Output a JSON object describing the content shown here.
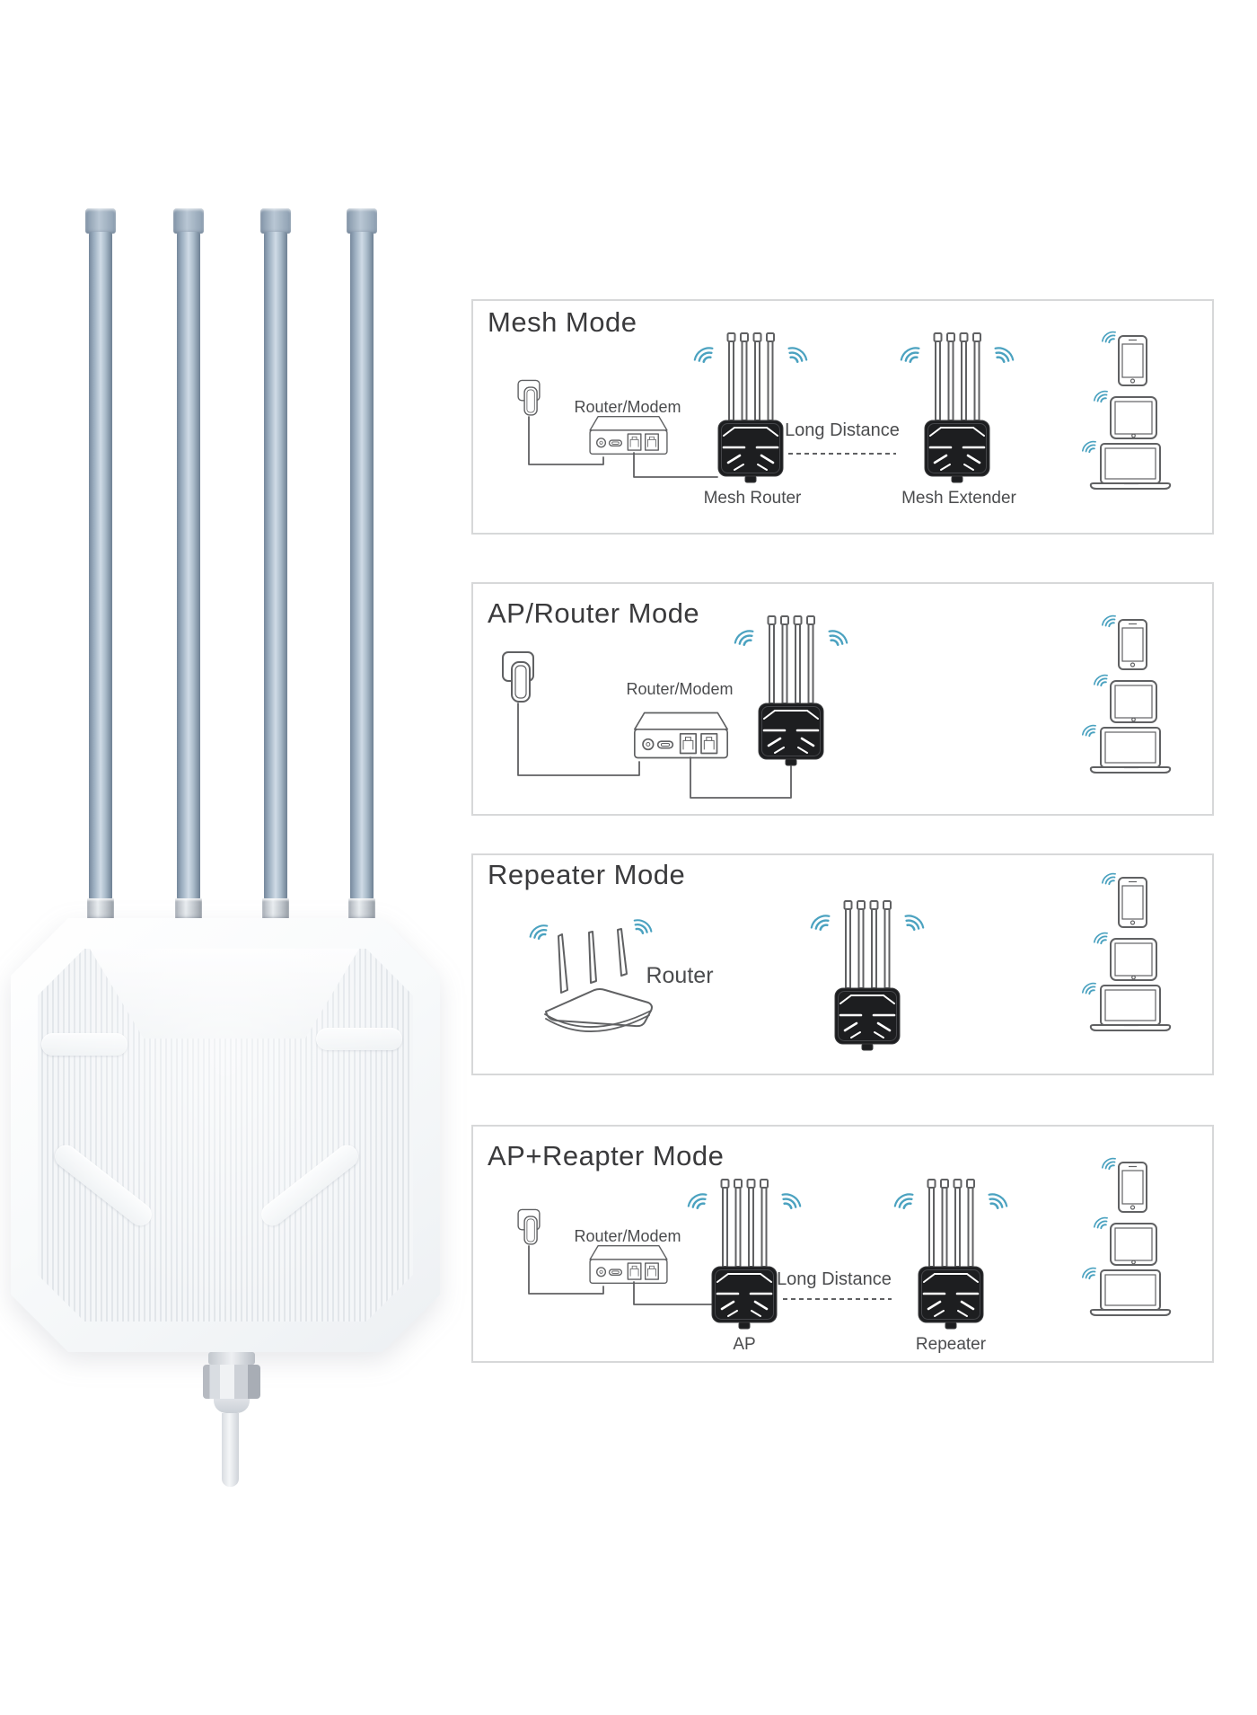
{
  "colors": {
    "card_border": "#d7d8d9",
    "line": "#606163",
    "wifi_arc": "#4ba2c0",
    "device_black": "#1d1e20",
    "title_text": "#3a3a3c",
    "label_text": "#4b4c4e",
    "antenna_steel": "#9fb0c2"
  },
  "icons": {
    "wifi": "wifi-signal-arcs",
    "power_plug": "power-plug-outline",
    "modem": "router-modem-box",
    "home_router": "three-antenna-router",
    "ap_device": "four-antenna-black-ap",
    "phone": "smartphone-outline",
    "tablet": "tablet-outline",
    "laptop": "laptop-outline"
  },
  "product": {
    "antenna_count": 4
  },
  "cards": [
    {
      "id": "mesh-mode",
      "title": "Mesh Mode",
      "labels": {
        "modem": "Router/Modem",
        "left_device": "Mesh Router",
        "right_device": "Mesh Extender",
        "link": "Long Distance"
      }
    },
    {
      "id": "ap-router-mode",
      "title": "AP/Router Mode",
      "labels": {
        "modem": "Router/Modem"
      }
    },
    {
      "id": "repeater-mode",
      "title": "Repeater Mode",
      "labels": {
        "source_router": "Router"
      }
    },
    {
      "id": "ap-repeater-mode",
      "title": "AP+Reapter Mode",
      "labels": {
        "modem": "Router/Modem",
        "left_device": "AP",
        "right_device": "Repeater",
        "link": "Long Distance"
      }
    }
  ]
}
